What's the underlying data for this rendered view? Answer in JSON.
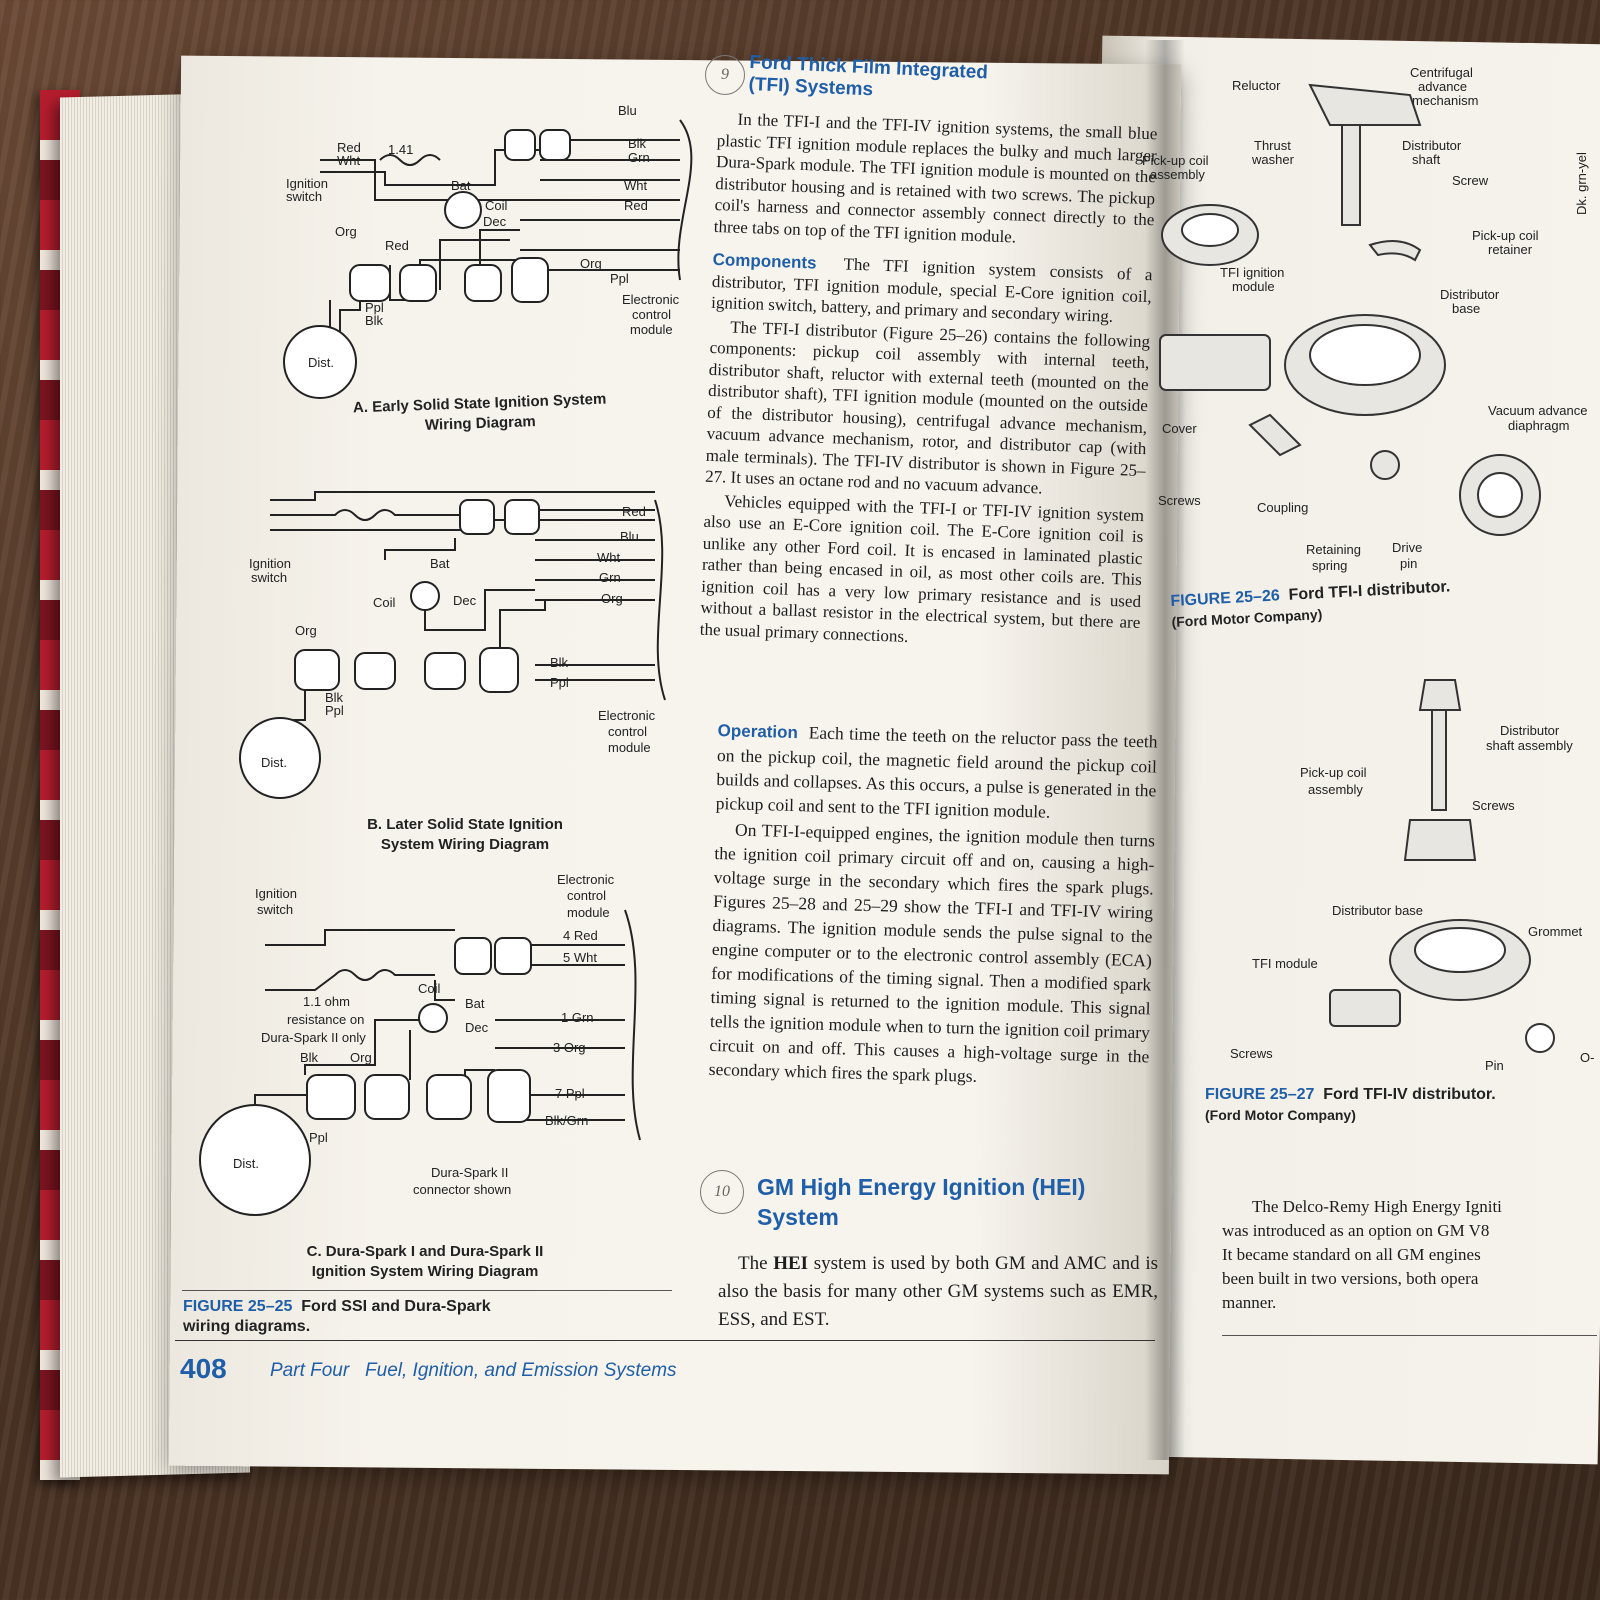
{
  "left_page": {
    "diagram_a": {
      "labels": {
        "red": "Red",
        "wht": "Wht",
        "ign": "Ignition",
        "switch": "switch",
        "bat": "Bat",
        "coil": "Coil",
        "dec": "Dec",
        "org": "Org",
        "red2": "Red",
        "ppl": "Ppl",
        "blk": "Blk",
        "dist": "Dist.",
        "blu": "Blu",
        "blk2": "Blk",
        "grn": "Grn",
        "wht2": "Wht",
        "red3": "Red",
        "org2": "Org",
        "ppl2": "Ppl",
        "ecm1": "Electronic",
        "ecm2": "control",
        "ecm3": "module",
        "res": "1.41"
      },
      "caption_1": "A. Early Solid State Ignition System",
      "caption_2": "Wiring Diagram"
    },
    "diagram_b": {
      "labels": {
        "ign": "Ignition",
        "switch": "switch",
        "bat": "Bat",
        "coil": "Coil",
        "dec": "Dec",
        "org": "Org",
        "blk": "Blk",
        "ppl": "Ppl",
        "dist": "Dist.",
        "red": "Red",
        "blu": "Blu",
        "wht": "Wht",
        "grn": "Grn",
        "org2": "Org",
        "blk2": "Blk",
        "ppl2": "Ppl",
        "ecm1": "Electronic",
        "ecm2": "control",
        "ecm3": "module"
      },
      "caption_1": "B. Later Solid State Ignition",
      "caption_2": "System Wiring Diagram"
    },
    "diagram_c": {
      "labels": {
        "ecm1": "Electronic",
        "ecm2": "control",
        "ecm3": "module",
        "ign": "Ignition",
        "switch": "switch",
        "red": "4 Red",
        "wht": "5 Wht",
        "coil": "Coil",
        "bat": "Bat",
        "dec": "Dec",
        "ohm1": "1.1 ohm",
        "ohm2": "resistance on",
        "ohm3": "Dura-Spark II only",
        "grn": "1 Grn",
        "org": "3 Org",
        "blk": "Blk",
        "org2": "Org",
        "ppl": "Ppl",
        "ppl2": "7 Ppl",
        "blkgrn": "Blk/Grn",
        "dist": "Dist.",
        "ds1": "Dura-Spark II",
        "ds2": "connector shown"
      },
      "caption_1": "C. Dura-Spark I and Dura-Spark II",
      "caption_2": "Ignition System Wiring Diagram"
    },
    "figure_25_25": {
      "num": "FIGURE 25–25",
      "title": "Ford SSI and Dura-Spark",
      "title2": "wiring diagrams."
    },
    "section_tfi": {
      "circle": "9",
      "heading_1": "Ford Thick Film Integrated",
      "heading_2": "(TFI) Systems",
      "p1": "In the TFI-I and the TFI-IV ignition systems, the small blue plastic TFI ignition module replaces the bulky and much larger Dura-Spark module. The TFI ignition module is mounted on the distributor housing and is retained with two screws. The pickup coil's harness and connector assembly connect directly to the three tabs on top of the TFI ignition module.",
      "components_head": "Components",
      "components_text": "The TFI ignition system consists of a distributor, TFI ignition module, special E-Core ignition coil, ignition switch, battery, and primary and secondary wiring.",
      "p2": "The TFI-I distributor (Figure 25–26) contains the following components: pickup coil assembly with internal teeth, distributor shaft, reluctor with external teeth (mounted on the distributor shaft), TFI ignition module (mounted on the outside of the distributor housing), centrifugal advance mechanism, vacuum advance mechanism, rotor, and distributor cap (with male terminals). The TFI-IV distributor is shown in Figure 25–27. It uses an octane rod and no vacuum advance.",
      "p3": "Vehicles equipped with the TFI-I or TFI-IV ignition system also use an E-Core ignition coil. The E-Core ignition coil is unlike any other Ford coil. It is encased in laminated plastic rather than being encased in oil, as most other coils are. This ignition coil has a very low primary resistance and is used without a ballast resistor in the electrical system, but there are the usual primary connections.",
      "operation_head": "Operation",
      "operation_text": "Each time the teeth on the reluctor pass the teeth on the pickup coil, the magnetic field around the pickup coil builds and collapses. As this occurs, a pulse is generated in the pickup coil and sent to the TFI ignition module.",
      "p4": "On TFI-I-equipped engines, the ignition module then turns the ignition coil primary circuit off and on, causing a high-voltage surge in the secondary which fires the spark plugs. Figures 25–28 and 25–29 show the TFI-I and TFI-IV wiring diagrams. The ignition module sends the pulse signal to the engine computer or to the electronic control assembly (ECA) for modifications of the timing signal. Then a modified spark timing signal is returned to the ignition module. This signal tells the ignition module when to turn the ignition coil primary circuit on and off. This causes a high-voltage surge in the secondary which fires the spark plugs."
    },
    "section_hei": {
      "circle": "10",
      "heading_1": "GM High Energy Ignition (HEI)",
      "heading_2": "System",
      "p_pre": "The ",
      "p_bold": "HEI",
      "p_post": " system is used by both GM and AMC and is also the basis for many other GM systems such as EMR, ESS, and EST."
    },
    "footer": {
      "page": "408",
      "part": "Part Four   Fuel, Ignition, and Emission Systems"
    }
  },
  "right_page": {
    "figure_25_26": {
      "labels": {
        "reluctor": "Reluctor",
        "cent1": "Centrifugal",
        "cent2": "advance",
        "cent3": "mechanism",
        "pickup1": "Pick-up coil",
        "pickup2": "assembly",
        "thrust1": "Thrust",
        "thrust2": "washer",
        "dshaft1": "Distributor",
        "dshaft2": "shaft",
        "screw": "Screw",
        "ret1": "Pick-up coil",
        "ret2": "retainer",
        "tfi1": "TFI ignition",
        "tfi2": "module",
        "dbase1": "Distributor",
        "dbase2": "base",
        "cover": "Cover",
        "vac1": "Vacuum advance",
        "vac2": "diaphragm",
        "screws": "Screws",
        "coupling": "Coupling",
        "rs1": "Retaining",
        "rs2": "spring",
        "dp1": "Drive",
        "dp2": "pin",
        "side": "Dk. grn-yel"
      },
      "num": "FIGURE 25–26",
      "title": "Ford TFI-I distributor.",
      "credit": "(Ford Motor Company)"
    },
    "figure_25_27": {
      "labels": {
        "dsa1": "Distributor",
        "dsa2": "shaft assembly",
        "pc1": "Pick-up coil",
        "pc2": "assembly",
        "screws": "Screws",
        "dbase": "Distributor base",
        "grommet": "Grommet",
        "tfi": "TFI module",
        "screws2": "Screws",
        "pin": "Pin",
        "oring": "O-"
      },
      "num": "FIGURE 25–27",
      "title": "Ford TFI-IV distributor.",
      "credit": "(Ford Motor Company)"
    },
    "text_1": "The Delco-Remy High Energy Igniti",
    "text_2": "was introduced as an option on GM V8",
    "text_3": "It became standard on all GM engines",
    "text_4": "been built in two versions, both opera",
    "text_5": "manner."
  }
}
